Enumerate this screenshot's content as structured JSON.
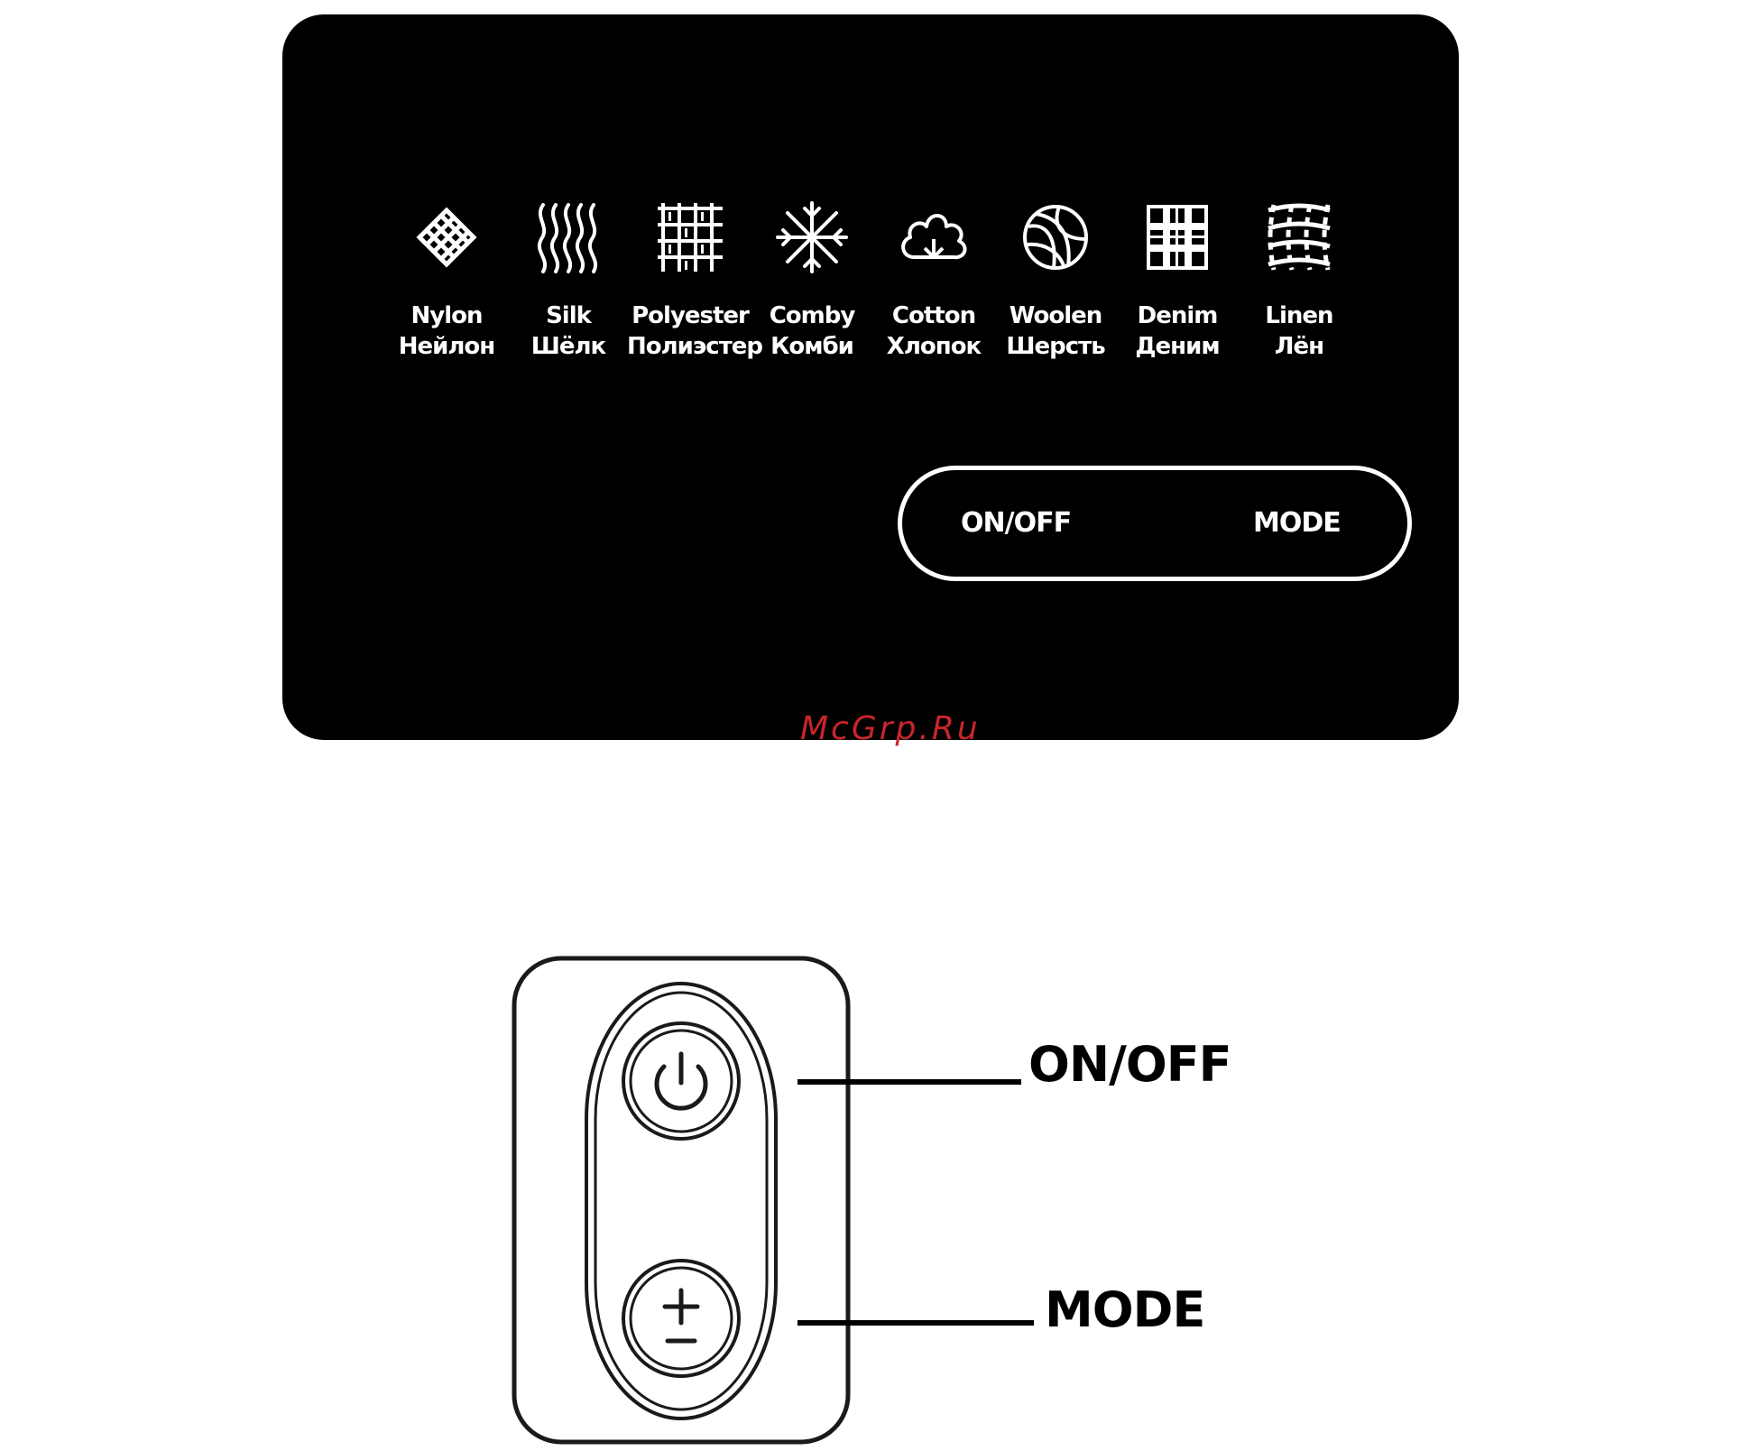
{
  "panel": {
    "fabrics": [
      {
        "en": "Nylon",
        "ru": "Нейлон",
        "icon": "nylon-weave-icon"
      },
      {
        "en": "Silk",
        "ru": "Шёлк",
        "icon": "silk-waves-icon"
      },
      {
        "en": "Polyester",
        "ru": "Полиэстер",
        "icon": "polyester-grid-icon"
      },
      {
        "en": "Comby",
        "ru": "Комби",
        "icon": "comby-snowflake-icon"
      },
      {
        "en": "Cotton",
        "ru": "Хлопок",
        "icon": "cotton-boll-icon"
      },
      {
        "en": "Woolen",
        "ru": "Шерсть",
        "icon": "wool-ball-icon"
      },
      {
        "en": "Denim",
        "ru": "Деним",
        "icon": "denim-plaid-icon"
      },
      {
        "en": "Linen",
        "ru": "Лён",
        "icon": "linen-mesh-icon"
      }
    ],
    "buttons": {
      "onoff": "ON/OFF",
      "mode": "MODE"
    }
  },
  "watermark": "McGrp.Ru",
  "device": {
    "onoff_icon": "power-icon",
    "mode_icon": "plus-minus-icon",
    "callouts": {
      "onoff": "ON/OFF",
      "mode": "MODE"
    }
  },
  "colors": {
    "panel": "#000000",
    "panel_text": "#ffffff",
    "watermark": "#c8252b",
    "line": "#000000"
  }
}
